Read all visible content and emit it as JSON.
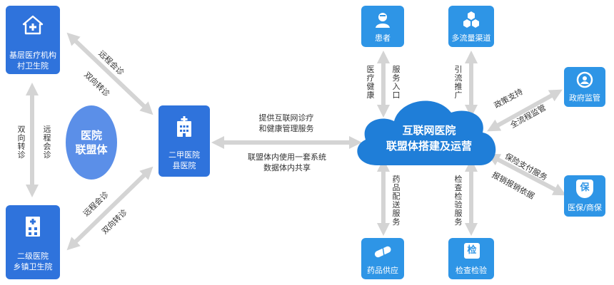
{
  "nodes": {
    "grassroots": {
      "line1": "基层医疗机构",
      "line2": "村卫生院"
    },
    "secondary": {
      "line1": "二级医院",
      "line2": "乡镇卫生院"
    },
    "alliance": {
      "line1": "医院",
      "line2": "联盟体"
    },
    "county": {
      "line1": "二甲医院",
      "line2": "县医院"
    },
    "platform": {
      "line1": "互联网医院",
      "line2": "联盟体搭建及运营"
    },
    "patient": {
      "label": "患者"
    },
    "traffic": {
      "label": "多流量渠道"
    },
    "gov": {
      "label": "政府监管"
    },
    "insurance": {
      "label": "医保/商保",
      "icon_char": "保"
    },
    "drug": {
      "label": "药品供应"
    },
    "inspect": {
      "label": "检查检验",
      "icon_char": "检"
    }
  },
  "edges": {
    "top_diag_a": "远程会诊",
    "top_diag_b": "双向转诊",
    "left_vert_a": "双向转诊",
    "left_vert_b": "远程会诊",
    "bot_diag_a": "远程会诊",
    "bot_diag_b": "双向转诊",
    "center_top_1": "提供互联网诊疗",
    "center_top_2": "和健康管理服务",
    "center_bot_1": "联盟体内使用一套系统",
    "center_bot_2": "数据体内共享",
    "patient_a": "医疗健康",
    "patient_b": "服务入口",
    "traffic_a": "引流推广",
    "gov_a": "政策支持",
    "gov_b": "全流程监管",
    "ins_a": "保险支付服务",
    "ins_b": "报销报销依据",
    "drug_a": "药品配送服务",
    "inspect_a": "检查检验服务"
  },
  "colors": {
    "box_dark": "#2f73dc",
    "box_light": "#2e95e6",
    "arrow": "#d4d4d4",
    "ellipse": "#5b8fe8"
  }
}
